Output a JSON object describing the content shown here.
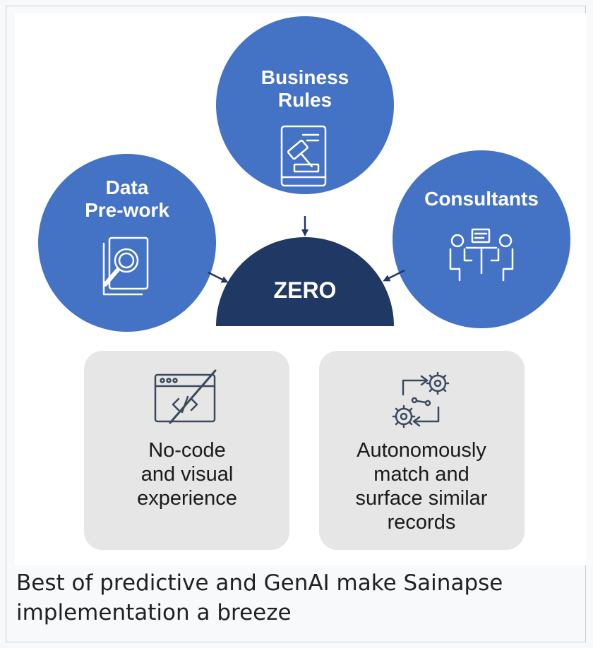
{
  "diagram": {
    "circles": [
      {
        "id": "data-prework",
        "label_line1": "Data",
        "label_line2": "Pre-work",
        "icon": "document-magnifier-icon"
      },
      {
        "id": "business-rules",
        "label_line1": "Business",
        "label_line2": "Rules",
        "icon": "gavel-book-icon"
      },
      {
        "id": "consultants",
        "label_line1": "Consultants",
        "label_line2": "",
        "icon": "meeting-people-icon"
      }
    ],
    "center": {
      "label": "ZERO"
    },
    "cards": [
      {
        "id": "no-code",
        "icon": "no-code-window-icon",
        "lines": [
          "No-code",
          "and visual",
          "experience",
          ""
        ]
      },
      {
        "id": "autonomous-match",
        "icon": "gears-flow-icon",
        "lines": [
          "Autonomously",
          "match and",
          "surface similar",
          "records"
        ]
      }
    ],
    "colors": {
      "circle": "#4472c4",
      "center": "#1f3864",
      "card": "#e6e6e6",
      "icon_stroke": "#ffffff",
      "card_icon": "#3a4a5c"
    }
  },
  "caption": "Best of predictive and GenAI make Sainapse implementation a breeze"
}
